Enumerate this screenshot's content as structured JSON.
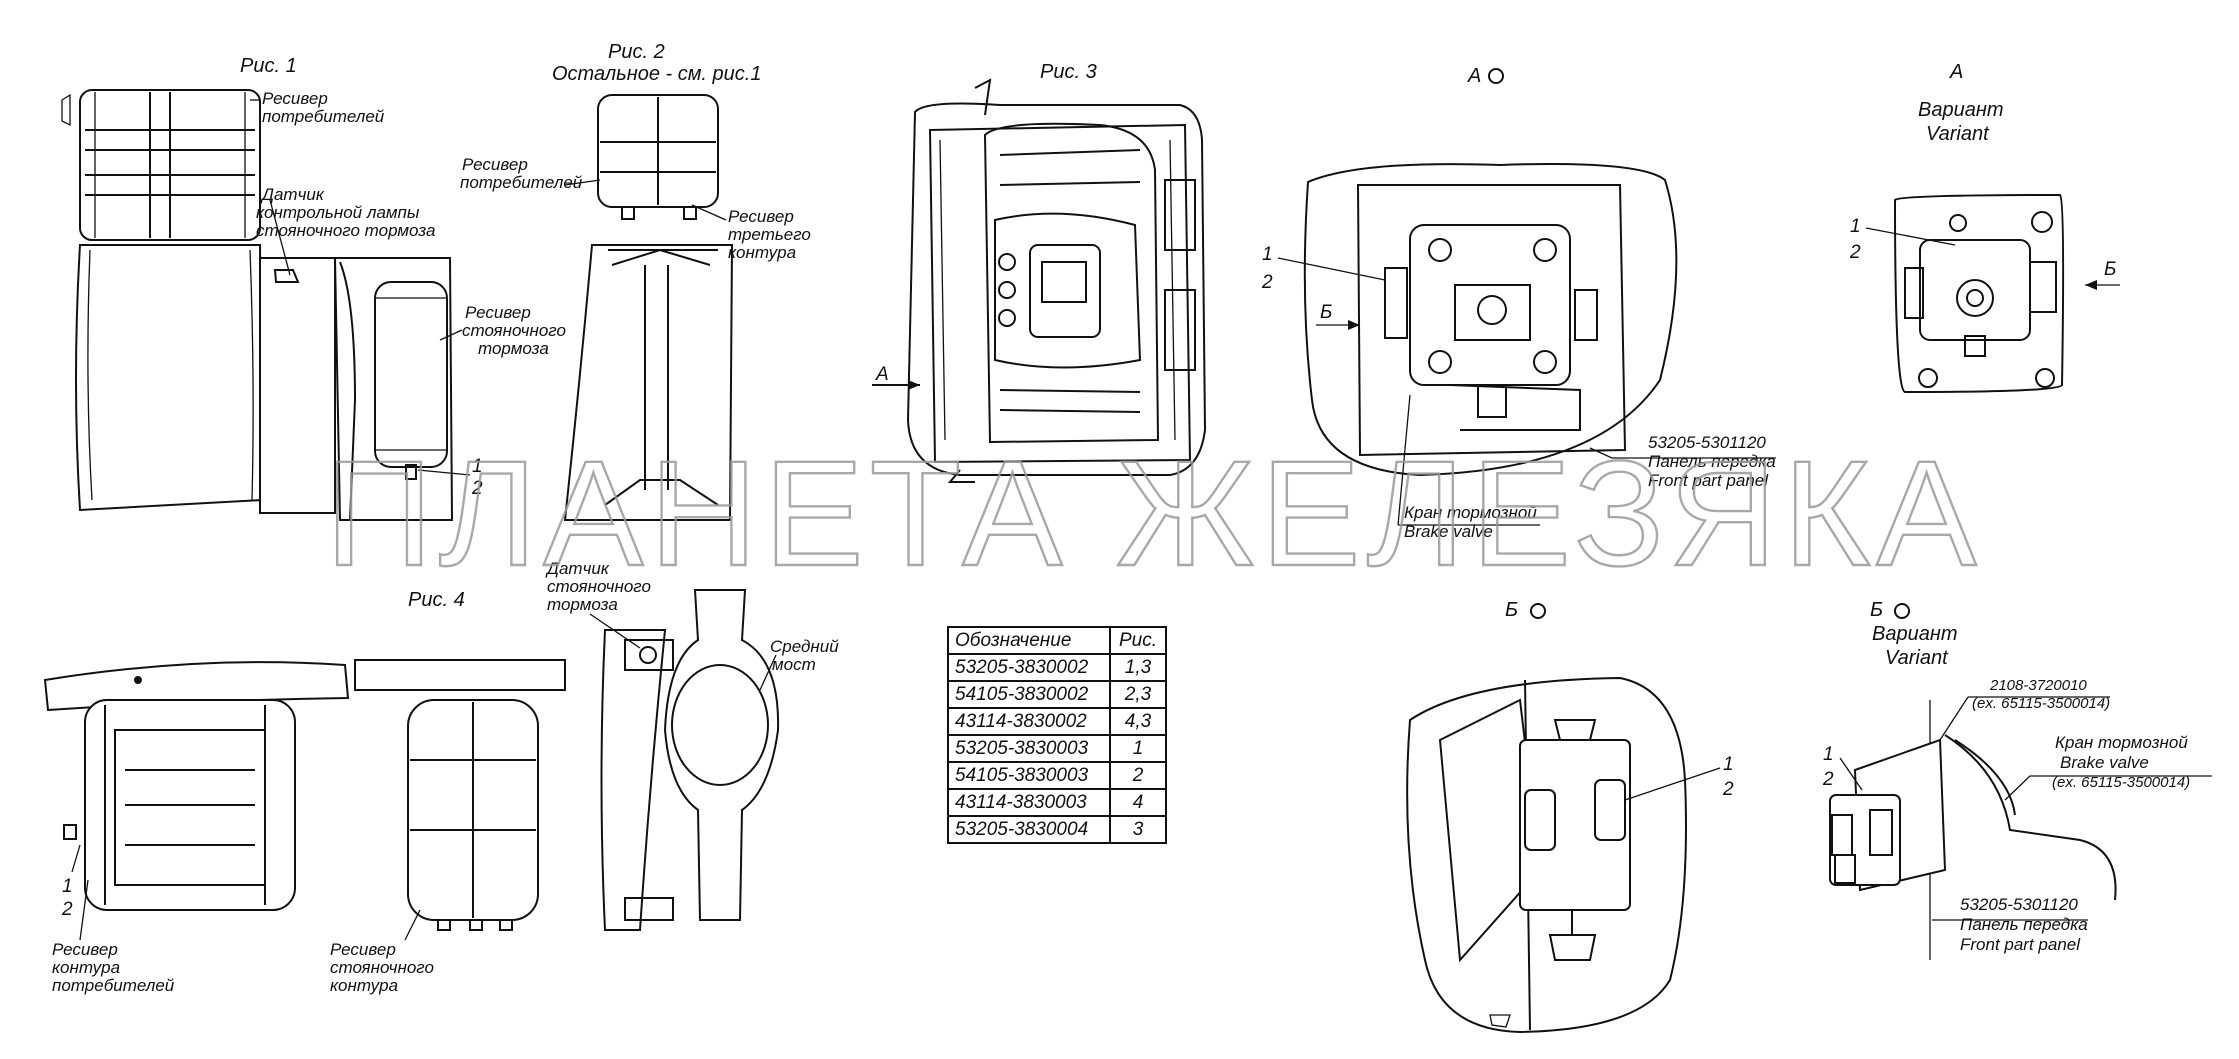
{
  "labels": {
    "fig1": "Рис. 1",
    "fig2": "Рис. 2",
    "fig2_note": "Остальное - см. рис.1",
    "fig3": "Рис. 3",
    "fig4": "Рис. 4",
    "view_a_circle": "А",
    "view_a_variant": "А",
    "variant_ru": "Вариант",
    "variant_en": "Variant",
    "view_b_circle": "Б",
    "view_b_variant": "Б",
    "arrow_a": "А",
    "arrow_b": "Б",
    "receiver_consumers": [
      "Ресивер",
      "потребителей"
    ],
    "sensor_lamp": [
      "Датчик",
      "контрольной лампы",
      "стояночного тормоза"
    ],
    "receiver_parking": [
      "Ресивер",
      "стояночного",
      "тормоза"
    ],
    "receiver_third": [
      "Ресивер",
      "третьего",
      "контура"
    ],
    "sensor_parking": [
      "Датчик",
      "стояночного",
      "тормоза"
    ],
    "middle_axle": [
      "Средний",
      "мост"
    ],
    "receiver_consumer_circuit": [
      "Ресивер",
      "контура",
      "потребителей"
    ],
    "receiver_parking_circuit": [
      "Ресивер",
      "стояночного",
      "контура"
    ],
    "front_panel_code": "53205-5301120",
    "front_panel_ru": "Панель передка",
    "front_panel_en": "Front part panel",
    "brake_valve_ru": "Кран тормозной",
    "brake_valve_en": "Brake valve",
    "valve_code": "2108-3720010",
    "valve_ex": "(ex. 65115-3500014)",
    "num_1": "1",
    "num_2": "2"
  },
  "table": {
    "headers": [
      "Обозначение",
      "Рис."
    ],
    "rows": [
      [
        "53205-3830002",
        "1,3"
      ],
      [
        "54105-3830002",
        "2,3"
      ],
      [
        "43114-3830002",
        "4,3"
      ],
      [
        "53205-3830003",
        "1"
      ],
      [
        "54105-3830003",
        "2"
      ],
      [
        "43114-3830003",
        "4"
      ],
      [
        "53205-3830004",
        "3"
      ]
    ]
  },
  "watermark": "ПЛАНЕТА ЖЕЛЕЗЯКА"
}
